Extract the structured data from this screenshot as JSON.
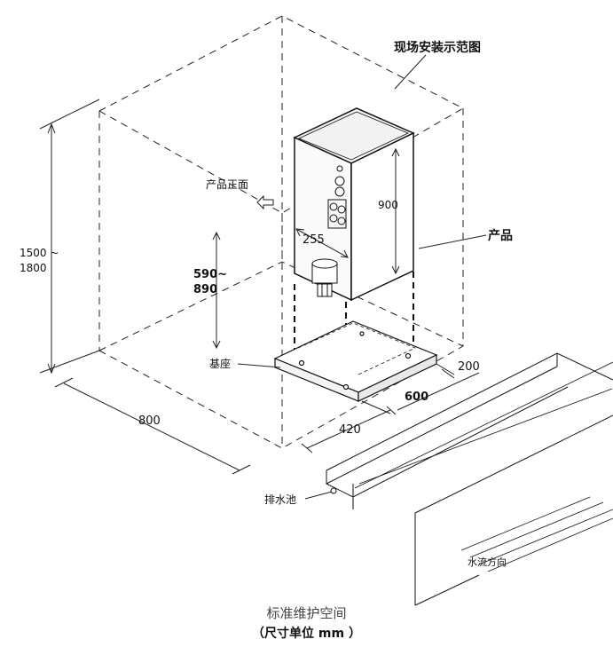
{
  "title": "现场安装示范图",
  "labels": {
    "product": "产品",
    "product_front": "产品正面",
    "base": "基座",
    "drain_basin": "排水池",
    "water_flow": "水流方向"
  },
  "dimensions": {
    "height_range_a": "1500 ~",
    "height_range_b": "1800",
    "mount_range_a": "590~",
    "mount_range_b": "890",
    "product_height": "900",
    "product_depth": "255",
    "base_width": "600",
    "base_depth": "420",
    "room_width": "800",
    "basin_gap": "200"
  },
  "caption": {
    "main": "标准维护空间",
    "unit": "（尺寸单位 mm ）"
  }
}
